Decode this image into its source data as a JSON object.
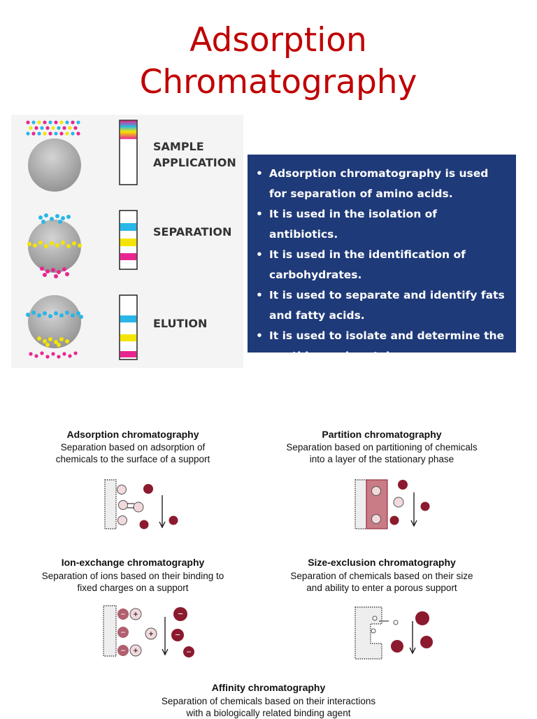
{
  "title": {
    "line1": "Adsorption",
    "line2": "Chromatography"
  },
  "stages": {
    "sample_application": [
      "SAMPLE",
      "APPLICATION"
    ],
    "separation": "SEPARATION",
    "elution": "ELUTION"
  },
  "uses": [
    "Adsorption chromatography is used for separation of amino acids.",
    "It is used in the isolation of antibiotics.",
    "It is used in the identification of carbohydrates.",
    "It is used to separate and identify fats and fatty acids.",
    "It is used to isolate and determine the peptides and proteins."
  ],
  "panels": {
    "adsorption": {
      "title": "Adsorption chromatography",
      "desc": [
        "Separation based on adsorption of",
        "chemicals to the surface of a support"
      ]
    },
    "partition": {
      "title": "Partition chromatography",
      "desc": [
        "Separation based on partitioning of chemicals",
        "into a layer of the stationary phase"
      ]
    },
    "ion_exchange": {
      "title": "Ion-exchange chromatography",
      "desc": [
        "Separation of ions based on their binding to",
        "fixed charges on a support"
      ]
    },
    "size_exclusion": {
      "title": "Size-exclusion chromatography",
      "desc": [
        "Separation of chemicals based on their size",
        "and ability to enter a porous support"
      ]
    },
    "affinity": {
      "title": "Affinity chromatography",
      "desc": [
        "Separation of chemicals based on their interactions",
        "with a biologically related binding agent"
      ]
    }
  },
  "colors": {
    "title": "#c00000",
    "box": "#1f3a78",
    "cyan": "#29b6e8",
    "yellow": "#f5e400",
    "magenta": "#e8268f",
    "solute": "#8b1a2e"
  }
}
